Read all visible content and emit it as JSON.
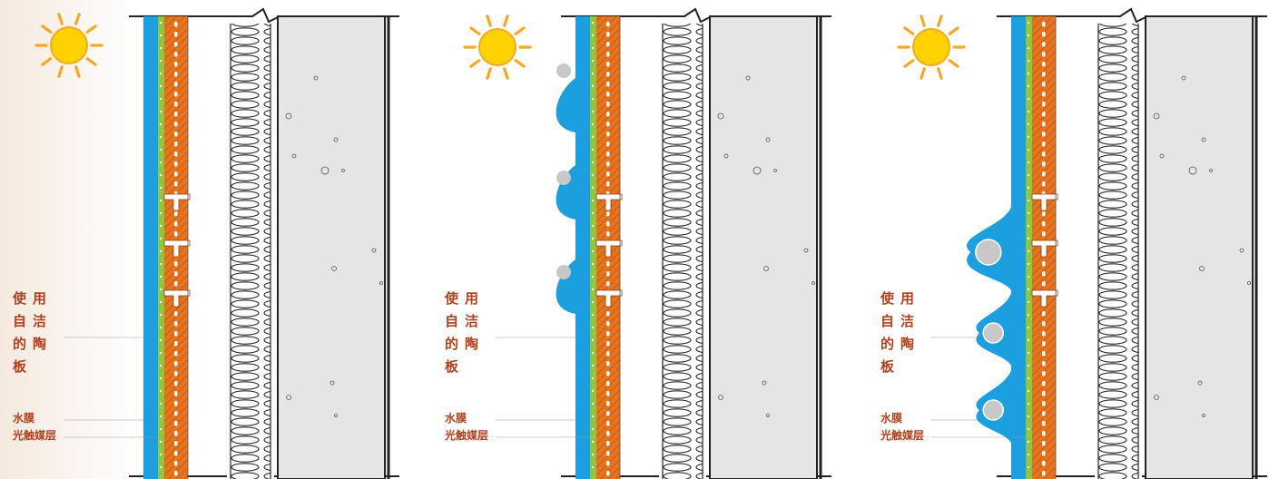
{
  "panels": [
    {
      "id": "panel-1",
      "label_tile": [
        "使",
        "用",
        "自",
        "洁",
        "的",
        "陶",
        "板"
      ],
      "label_water": "水膜",
      "label_coating": "光触媒层"
    },
    {
      "id": "panel-2",
      "label_tile": [
        "使",
        "用",
        "自",
        "洁",
        "的",
        "陶",
        "板"
      ],
      "label_water": "水膜",
      "label_coating": "光触媒层"
    },
    {
      "id": "panel-3",
      "label_tile": [
        "使",
        "用",
        "自",
        "洁",
        "的",
        "陶",
        "板"
      ],
      "label_water": "水膜",
      "label_coating": "光触媒层"
    }
  ],
  "colors": {
    "water": "#1c9fdf",
    "coating": "#8dc63f",
    "tile": "#e8731c",
    "concrete": "#e5e5e5",
    "sun": "#ffd200",
    "sun_ray": "#f7a823",
    "label": "#b2401c",
    "dirt": "#c8c8c8",
    "background": "#ffffff"
  }
}
